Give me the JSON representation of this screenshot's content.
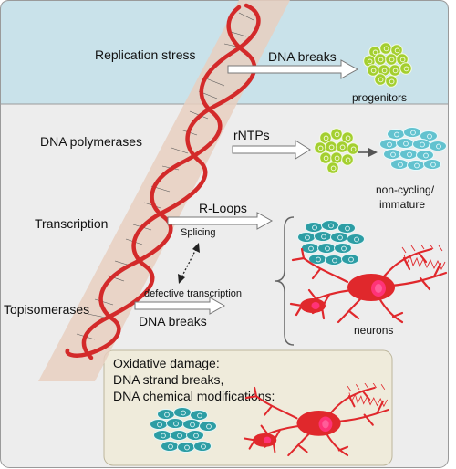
{
  "colors": {
    "top_band": "#c9e2ea",
    "main_panel": "#ededed",
    "bottom_box": "#efebdb",
    "dna_band": "#e7cfc0",
    "helix_red": "#d32a2a",
    "progenitor_green": "#a4cf2f",
    "immature_cyan": "#62c2cf",
    "teal_cell": "#2c9da4",
    "neuron_red": "#e0282c",
    "arrow_fill": "#ffffff",
    "arrow_stroke": "#777777"
  },
  "labels": {
    "replication_stress": "Replication stress",
    "dna_polymerases": "DNA polymerases",
    "transcription": "Transcription",
    "topoisomerases": "Topisomerases",
    "dna_breaks_top": "DNA breaks",
    "rntps": "rNTPs",
    "r_loops": "R-Loops",
    "splicing": "Splicing",
    "defective_transcription": "defective transcription",
    "dna_breaks_bottom": "DNA breaks",
    "progenitors": "progenitors",
    "non_cycling_line1": "non-cycling/",
    "non_cycling_line2": "immature",
    "neurons": "neurons",
    "oxidative_line1": "Oxidative damage:",
    "oxidative_line2": "DNA strand breaks,",
    "oxidative_line3": "DNA chemical modifications:"
  },
  "icons": [
    "dna-helix-icon",
    "cell-cluster-icon",
    "neuron-icon",
    "block-arrow-icon",
    "dotted-double-arrow-icon",
    "curly-brace-icon"
  ]
}
